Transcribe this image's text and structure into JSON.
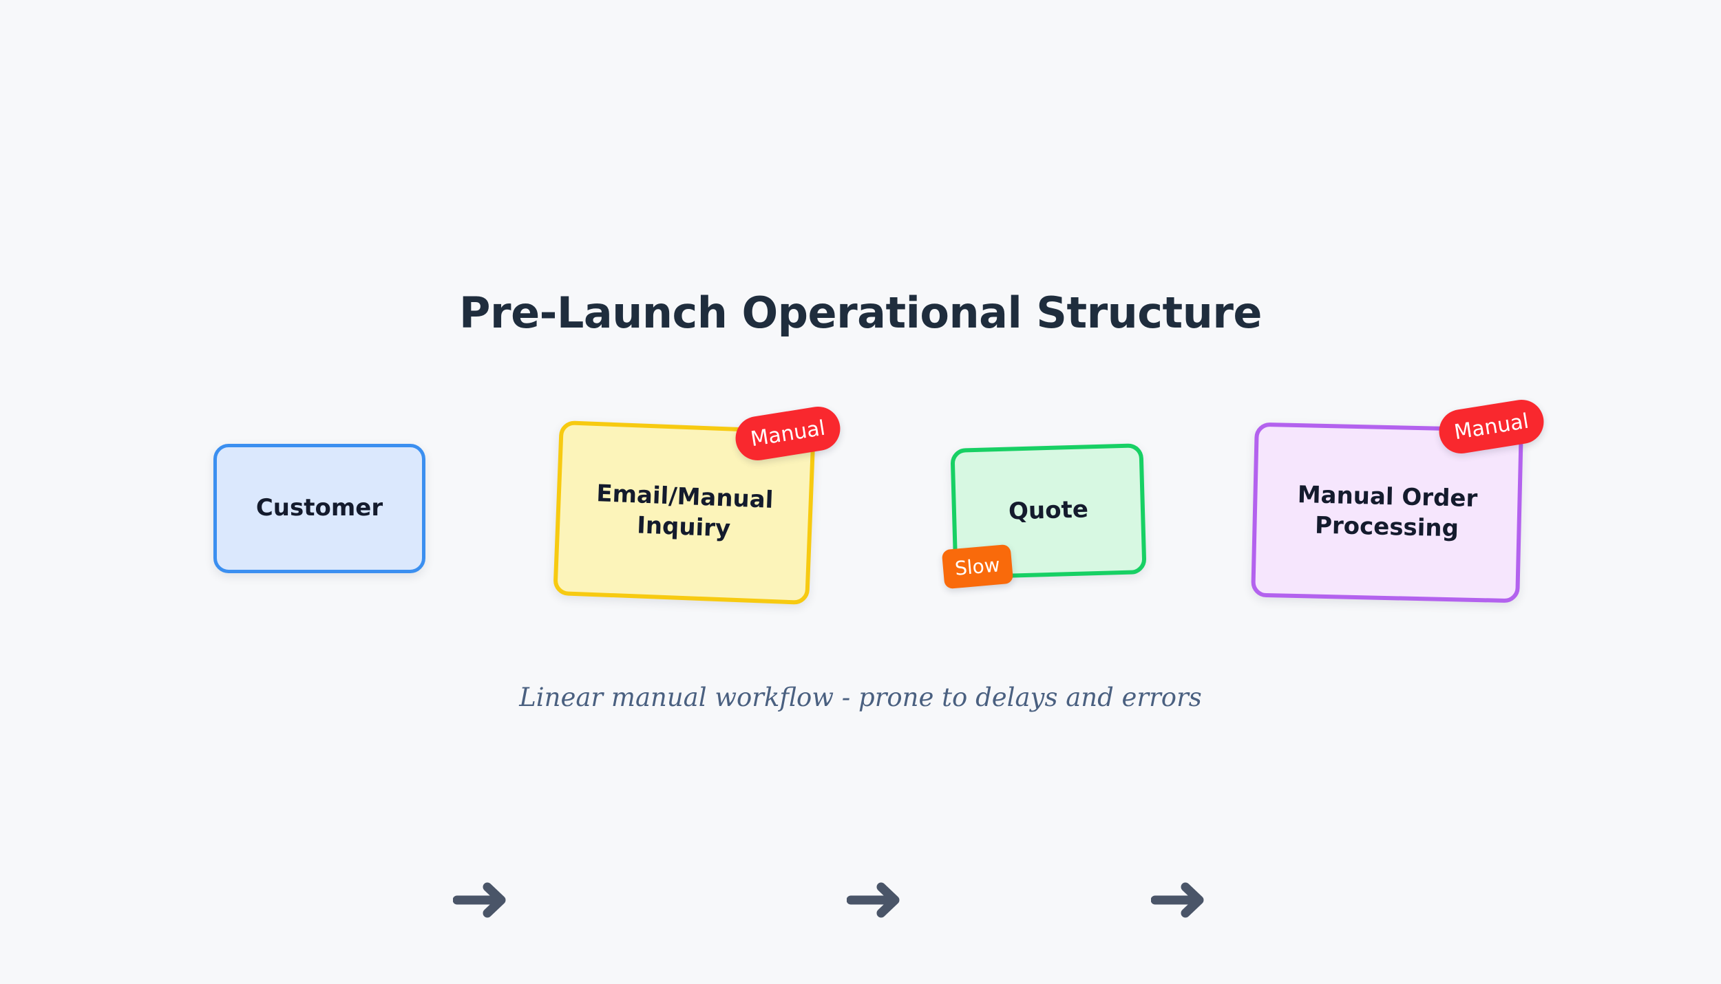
{
  "diagram": {
    "title": "Pre-Launch Operational Structure",
    "caption": "Linear manual workflow - prone to delays and errors",
    "background_color": "#f7f8fa",
    "title_color": "#1f2d3d",
    "caption_color": "#4a6080",
    "arrow_color": "#4a5568",
    "type": "flowchart",
    "nodes": [
      {
        "id": "customer",
        "label": "Customer",
        "fill": "#dbe8fd",
        "border": "#3b8ff0",
        "badge": null
      },
      {
        "id": "inquiry",
        "label": "Email/Manual Inquiry",
        "fill": "#fcf4ba",
        "border": "#f7ca11",
        "badge": "Manual"
      },
      {
        "id": "quote",
        "label": "Quote",
        "fill": "#d7f8e2",
        "border": "#17d064",
        "badge": "Slow"
      },
      {
        "id": "processing",
        "label": "Manual Order Processing",
        "fill": "#f6e6fd",
        "border": "#b362ee",
        "badge": "Manual"
      }
    ],
    "badges": {
      "inquiry_manual": "Manual",
      "quote_slow": "Slow",
      "processing_manual": "Manual",
      "manual_color": "#f9282e",
      "slow_color": "#f96a0b"
    },
    "arrows": [
      {
        "id": "arrow-1",
        "from": "customer",
        "to": "inquiry",
        "glyph": "arrow-right-icon"
      },
      {
        "id": "arrow-2",
        "from": "inquiry",
        "to": "quote",
        "glyph": "arrow-right-icon"
      },
      {
        "id": "arrow-3",
        "from": "quote",
        "to": "processing",
        "glyph": "arrow-right-icon"
      }
    ]
  }
}
